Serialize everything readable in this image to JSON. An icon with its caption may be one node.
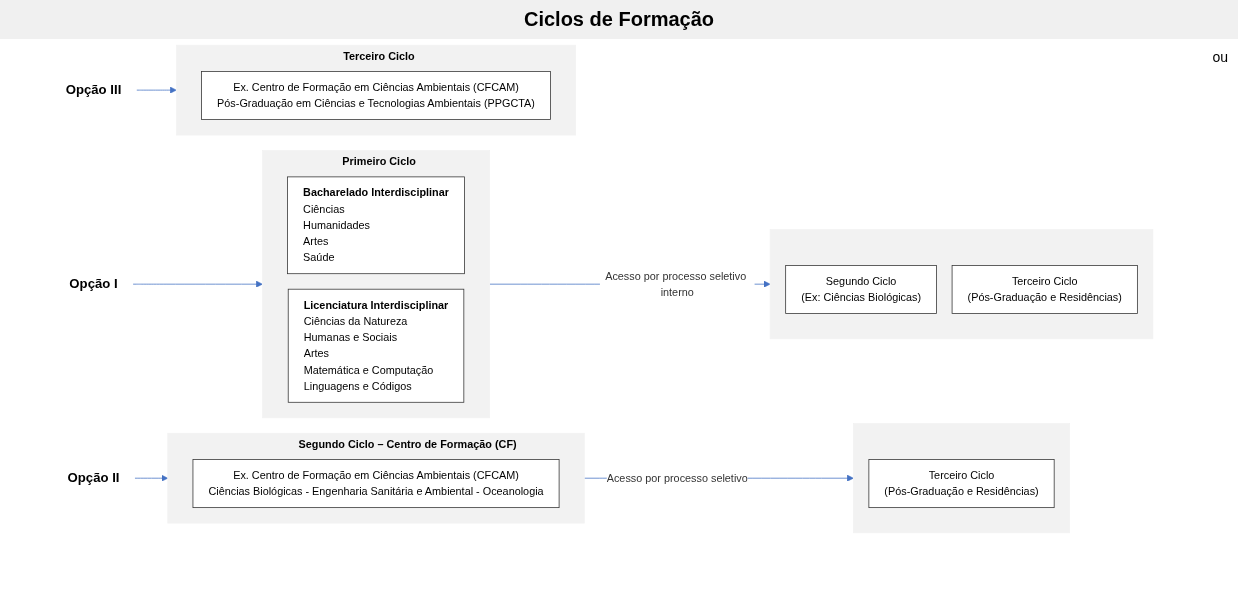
{
  "diagram": {
    "title": "Ciclos de Formação",
    "nodes": [
      {
        "text": [
          "Opção I"
        ]
      },
      {
        "text": [
          "Primeiro Ciclo"
        ]
      },
      {
        "text": [
          "Bacharelado Interdisciplinar",
          "Ciências",
          "Humanidades",
          "Artes",
          "Saúde"
        ],
        "in": 1
      },
      {
        "text": [
          "Licenciatura Interdisciplinar",
          "Ciências da Natureza",
          "Humanas e Sociais",
          "Artes",
          "Matemática e Computação",
          "Linguagens e Códigos"
        ],
        "in": 1
      },
      {
        "text": [],
        "shape": "box"
      },
      {
        "text": [
          "Segundo Ciclo",
          "(Ex: Ciências Biológicas)"
        ],
        "in": 4
      },
      {
        "text": [
          "Terceiro Ciclo",
          "(Pós-Graduação e Residências)"
        ],
        "in": 4
      },
      {
        "text": [
          "Opção II"
        ]
      },
      {
        "text": [
          "Segundo Ciclo – Centro de Formação (CF)"
        ]
      },
      {
        "text": [
          "Ex. Centro de Formação em Ciências Ambientais (CFCAM)",
          "Ciências Biológicas - Engenharia Sanitária e Ambiental - Oceanologia"
        ],
        "in": 8
      },
      {
        "text": [],
        "shape": "box"
      },
      {
        "text": [
          "Terceiro Ciclo",
          "(Pós-Graduação e Residências)"
        ],
        "in": 10
      },
      {
        "text": [
          "Opção III"
        ]
      },
      {
        "text": [
          "Terceiro Ciclo"
        ]
      },
      {
        "text": [
          "Ex. Centro de Formação em Ciências Ambientais (CFCAM)",
          "Pós-Graduação em Ciências e Tecnologias Ambientais (PPGCTA)"
        ],
        "in": 13
      }
    ],
    "edges": [
      {
        "from": 0,
        "to": 1,
        "arrow": "to"
      },
      {
        "from": 1,
        "to": 4,
        "arrow": "to",
        "label": "Acesso por processo seletivo interno"
      },
      {
        "from": 7,
        "to": 8,
        "arrow": "to"
      },
      {
        "from": 8,
        "to": 10,
        "arrow": "to",
        "label": "Acesso por processo seletivo"
      },
      {
        "from": 12,
        "to": 13,
        "arrow": "to"
      }
    ],
    "labels": [
      "ou"
    ]
  }
}
